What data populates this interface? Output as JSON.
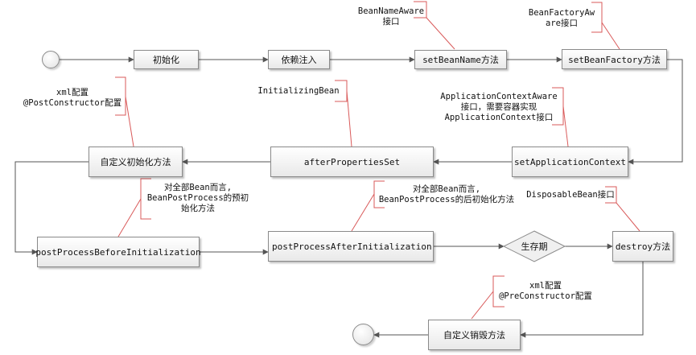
{
  "nodes": {
    "init": "初始化",
    "dependency_injection": "依赖注入",
    "set_bean_name": "setBeanName方法",
    "set_bean_factory": "setBeanFactory方法",
    "set_application_context": "setApplicationContext",
    "after_properties_set": "afterPropertiesSet",
    "custom_init": "自定义初始化方法",
    "post_process_before": "postProcessBeforeInitialization",
    "post_process_after": "postProcessAfterInitialization",
    "lifecycle": "生存期",
    "destroy": "destroy方法",
    "custom_destroy": "自定义销毁方法"
  },
  "notes": {
    "bean_name_aware": [
      "BeanNameAware",
      "接口"
    ],
    "bean_factory_aware": [
      "BeanFactoryAw",
      "are接口"
    ],
    "application_context_aware": [
      "ApplicationContextAware",
      "接口，需要容器实现",
      "ApplicationContext接口"
    ],
    "initializing_bean": [
      "InitializingBean"
    ],
    "xml_post_constructor": [
      "xml配置",
      "@PostConstructor配置"
    ],
    "pre_init_note": [
      "对全部Bean而言,",
      "BeanPostProcess的预初",
      "始化方法"
    ],
    "post_init_note": [
      "对全部Bean而言,",
      "BeanPostProcess的后初始化方法"
    ],
    "disposable_bean": [
      "DisposableBean接口"
    ],
    "xml_pre_constructor": [
      "xml配置",
      "@PreConstructor配置"
    ]
  },
  "colors": {
    "note_bracket": "#d95a5a",
    "arrow": "#555555",
    "node_border": "#8a8a8a"
  }
}
